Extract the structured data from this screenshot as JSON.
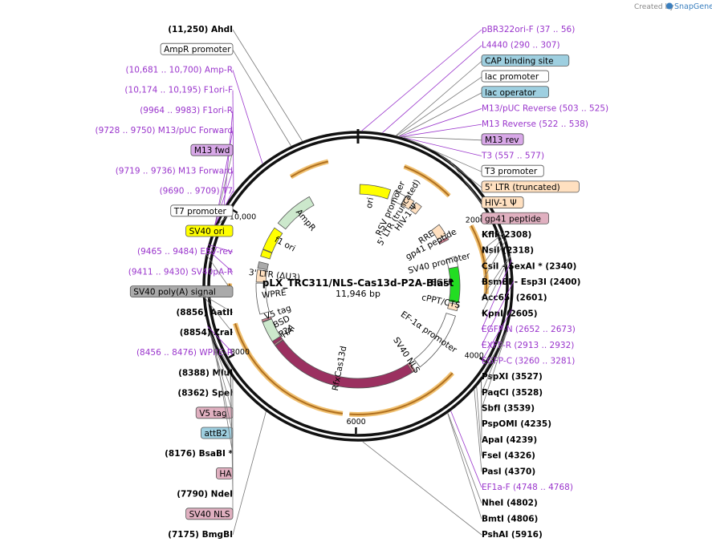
{
  "header": {
    "created_by": "Created by",
    "brand": "SnapGene"
  },
  "plasmid": {
    "name": "pLX_TRC311/NLS-Cas13d-P2A-Blast",
    "size": "11,946 bp",
    "length": 11946
  },
  "ticks": [
    {
      "pos": 2000,
      "label": "2000"
    },
    {
      "pos": 4000,
      "label": "4000"
    },
    {
      "pos": 6000,
      "label": "6000"
    },
    {
      "pos": 8000,
      "label": "8000"
    },
    {
      "pos": 10000,
      "label": "10,000"
    }
  ],
  "features": [
    {
      "name": "ori",
      "start": 35,
      "end": 620,
      "ring": 0,
      "color": "#ffff00",
      "dir": 1,
      "label": "ori"
    },
    {
      "name": "RSV promoter",
      "start": 700,
      "end": 920,
      "ring": 0,
      "color": "#ffffff",
      "dir": 1,
      "label": "RSV promoter"
    },
    {
      "name": "5' LTR (truncated)",
      "start": 930,
      "end": 1110,
      "ring": 0,
      "color": "#ffe0c0",
      "dir": 1,
      "label": "5' LTR (truncated)"
    },
    {
      "name": "HIV-1 psi",
      "start": 1150,
      "end": 1280,
      "ring": 0,
      "color": "#ffe0c0",
      "dir": 1,
      "label": "HIV-1 Ψ"
    },
    {
      "name": "RRE",
      "start": 1750,
      "end": 1980,
      "ring": 0,
      "color": "#ffe0c0",
      "dir": 1,
      "label": "RRE"
    },
    {
      "name": "gp41 peptide",
      "start": 2030,
      "end": 2080,
      "ring": 0,
      "color": "#d08090",
      "dir": 1,
      "label": "gp41 peptide"
    },
    {
      "name": "SV40 promoter",
      "start": 2420,
      "end": 2620,
      "ring": 0,
      "color": "#ffffff",
      "dir": 1,
      "label": "SV40 promoter"
    },
    {
      "name": "EGFP",
      "start": 2620,
      "end": 3300,
      "ring": 0,
      "color": "#22dd22",
      "dir": 1,
      "label": "EGFP"
    },
    {
      "name": "cPPT/CTS",
      "start": 3330,
      "end": 3450,
      "ring": 0,
      "color": "#ffe0c0",
      "dir": 1,
      "label": "cPPT/CTS"
    },
    {
      "name": "EF-1a promoter",
      "start": 3550,
      "end": 4730,
      "ring": 0,
      "color": "#ffffff",
      "dir": 1,
      "label": "EF-1α promoter"
    },
    {
      "name": "SV40 NLS",
      "start": 4840,
      "end": 4900,
      "ring": 0,
      "color": "#d08090",
      "dir": 1,
      "label": "SV40 NLS"
    },
    {
      "name": "RfxCas13d",
      "start": 4900,
      "end": 7770,
      "ring": 0,
      "color": "#9b3060",
      "dir": 1,
      "label": "RfxCas13d"
    },
    {
      "name": "HA",
      "start": 7780,
      "end": 7810,
      "ring": 0,
      "color": "#d08090",
      "dir": 1,
      "label": "HA"
    },
    {
      "name": "P2A",
      "start": 7810,
      "end": 7870,
      "ring": 0,
      "color": "#9b3060",
      "dir": 1,
      "label": "P2A"
    },
    {
      "name": "BSD",
      "start": 7870,
      "end": 8270,
      "ring": 0,
      "color": "#cce8cc",
      "dir": 1,
      "label": "BSD"
    },
    {
      "name": "V5 tag",
      "start": 8280,
      "end": 8320,
      "ring": 0,
      "color": "#d08090",
      "dir": 1,
      "label": "V5 tag"
    },
    {
      "name": "WPRE",
      "start": 8430,
      "end": 9020,
      "ring": 0,
      "color": "#ffffff",
      "dir": 1,
      "label": "WPRE"
    },
    {
      "name": "3' LTR (dU3)",
      "start": 9040,
      "end": 9270,
      "ring": 0,
      "color": "#ffe0c0",
      "dir": 1,
      "label": "3' LTR (ΔU3)"
    },
    {
      "name": "SV40 poly(A) signal",
      "start": 9300,
      "end": 9420,
      "ring": 0,
      "color": "#aaaaaa",
      "dir": 1,
      "label": ""
    },
    {
      "name": "SV40 ori",
      "start": 9530,
      "end": 9660,
      "ring": 0,
      "color": "#ffff00",
      "dir": 1,
      "label": ""
    },
    {
      "name": "f1 ori",
      "start": 9670,
      "end": 10120,
      "ring": 0,
      "color": "#ffff00",
      "dir": -1,
      "label": "f1 ori"
    },
    {
      "name": "AmpR",
      "start": 10230,
      "end": 11000,
      "ring": 0,
      "color": "#cce8cc",
      "dir": -1,
      "label": "AmpR"
    }
  ],
  "orfs": [
    {
      "start": 700,
      "end": 1500,
      "dir": 1,
      "ring": 2,
      "color": "#f0a830"
    },
    {
      "start": 2050,
      "end": 3100,
      "dir": 1,
      "ring": 2,
      "color": "#f0a830"
    },
    {
      "start": 4400,
      "end": 6100,
      "dir": -1,
      "ring": 2,
      "color": "#f0a830"
    },
    {
      "start": 6200,
      "end": 8400,
      "dir": -1,
      "ring": 2,
      "color": "#f0a830"
    },
    {
      "start": 8800,
      "end": 9000,
      "dir": 1,
      "ring": 2,
      "color": "#f0a830"
    },
    {
      "start": 10900,
      "end": 11500,
      "dir": 1,
      "ring": 2,
      "color": "#f0a830"
    }
  ],
  "primers": [
    {
      "name": "pBR322ori-F",
      "pos": 47
    },
    {
      "name": "L4440",
      "pos": 300
    },
    {
      "name": "M13/pUC Reverse",
      "pos": 514
    },
    {
      "name": "M13 Reverse",
      "pos": 530
    },
    {
      "name": "T3",
      "pos": 567
    },
    {
      "name": "EGFP-N",
      "pos": 2662
    },
    {
      "name": "EXFP-R",
      "pos": 2922
    },
    {
      "name": "EGFP-C",
      "pos": 3270
    },
    {
      "name": "EF1a-F",
      "pos": 4758
    },
    {
      "name": "WPRE-R",
      "pos": 8466
    },
    {
      "name": "SV40pA-R",
      "pos": 9420
    },
    {
      "name": "EBV-rev",
      "pos": 9474
    },
    {
      "name": "T7",
      "pos": 9700
    },
    {
      "name": "M13 Forward",
      "pos": 9728
    },
    {
      "name": "M13/pUC Forward",
      "pos": 9739
    },
    {
      "name": "F1ori-R",
      "pos": 9974
    },
    {
      "name": "F1ori-F",
      "pos": 10185
    },
    {
      "name": "Amp-R",
      "pos": 10690
    }
  ],
  "labels": [
    {
      "text": "(11,250)",
      "bold": "AhdI",
      "kind": "site",
      "pos": 11250,
      "anchor": "start"
    },
    {
      "text": "pBR322ori-F",
      "coords": "(37 .. 56)",
      "kind": "primer",
      "pos": 47
    },
    {
      "text": "L4440",
      "coords": "(290 .. 307)",
      "kind": "primer",
      "pos": 300
    },
    {
      "text": "CAP binding site",
      "kind": "boxed",
      "bg": "#9ecfe0",
      "pos": 470
    },
    {
      "text": "lac promoter",
      "kind": "boxed",
      "bg": "#ffffff",
      "pos": 480
    },
    {
      "text": "M13/pUC Reverse",
      "coords": "(503 .. 525)",
      "kind": "primer",
      "pos": 514
    },
    {
      "text": "lac operator",
      "kind": "boxed",
      "bg": "#9ecfe0",
      "pos": 505
    },
    {
      "text": "M13 Reverse",
      "coords": "(522 .. 538)",
      "kind": "primer",
      "pos": 530
    },
    {
      "text": "M13 rev",
      "kind": "boxed",
      "bg": "#d8a8e8",
      "pos": 530
    },
    {
      "text": "T3",
      "coords": "(557 .. 577)",
      "kind": "primer",
      "pos": 567
    },
    {
      "text": "T3 promoter",
      "kind": "boxed",
      "bg": "#ffffff",
      "pos": 580
    },
    {
      "text": "5' LTR (truncated)",
      "kind": "boxed",
      "bg": "#ffe0c0",
      "pos": 1000
    },
    {
      "text": "HIV-1 Ψ",
      "kind": "boxed",
      "bg": "#ffe0c0",
      "pos": 1200
    },
    {
      "text": "gp41 peptide",
      "kind": "boxed",
      "bg": "#e0b0c0",
      "pos": 2050
    },
    {
      "text": "KflI",
      "coords": "(2308)",
      "kind": "site",
      "pos": 2308
    },
    {
      "text": "NsiI",
      "coords": "(2318)",
      "kind": "site",
      "pos": 2318
    },
    {
      "text": "CsiI - SexAI *",
      "coords": "(2340)",
      "kind": "site",
      "pos": 2340
    },
    {
      "text": "BsmBI - Esp3I",
      "coords": "(2400)",
      "kind": "site",
      "pos": 2400
    },
    {
      "text": "Acc65I",
      "coords": "(2601)",
      "kind": "site",
      "pos": 2601
    },
    {
      "text": "KpnI",
      "coords": "(2605)",
      "kind": "site",
      "pos": 2605
    },
    {
      "text": "EGFP-N",
      "coords": "(2652 .. 2673)",
      "kind": "primer",
      "pos": 2662
    },
    {
      "text": "EXFP-R",
      "coords": "(2913 .. 2932)",
      "kind": "primer",
      "pos": 2922
    },
    {
      "text": "EGFP-C",
      "coords": "(3260 .. 3281)",
      "kind": "primer",
      "pos": 3270
    },
    {
      "text": "PspXI",
      "coords": "(3527)",
      "kind": "site",
      "pos": 3527
    },
    {
      "text": "PaqCI",
      "coords": "(3528)",
      "kind": "site",
      "pos": 3528
    },
    {
      "text": "SbfI",
      "coords": "(3539)",
      "kind": "site",
      "pos": 3539
    },
    {
      "text": "PspOMI",
      "coords": "(4235)",
      "kind": "site",
      "pos": 4235
    },
    {
      "text": "ApaI",
      "coords": "(4239)",
      "kind": "site",
      "pos": 4239
    },
    {
      "text": "FseI",
      "coords": "(4326)",
      "kind": "site",
      "pos": 4326
    },
    {
      "text": "PasI",
      "coords": "(4370)",
      "kind": "site",
      "pos": 4370
    },
    {
      "text": "EF1a-F",
      "coords": "(4748 .. 4768)",
      "kind": "primer",
      "pos": 4758
    },
    {
      "text": "NheI",
      "coords": "(4802)",
      "kind": "site",
      "pos": 4802
    },
    {
      "text": "BmtI",
      "coords": "(4806)",
      "kind": "site",
      "pos": 4806
    },
    {
      "text": "PshAI",
      "coords": "(5916)",
      "kind": "site",
      "pos": 5916
    },
    {
      "text": "BmgBI",
      "coords": "(7175)",
      "kind": "site",
      "pos": 7175
    },
    {
      "text": "SV40 NLS",
      "kind": "boxed",
      "bg": "#e0b0c0",
      "pos": 7750
    },
    {
      "text": "NdeI",
      "coords": "(7790)",
      "kind": "site",
      "pos": 7790
    },
    {
      "text": "HA",
      "kind": "boxed",
      "bg": "#e0b0c0",
      "pos": 7800
    },
    {
      "text": "BsaBI *",
      "coords": "(8176)",
      "kind": "site",
      "pos": 8176
    },
    {
      "text": "attB2",
      "kind": "boxed",
      "bg": "#9ecfe0",
      "pos": 8290
    },
    {
      "text": "V5 tag",
      "kind": "boxed",
      "bg": "#e0b0c0",
      "pos": 8300
    },
    {
      "text": "SpeI",
      "coords": "(8362)",
      "kind": "site",
      "pos": 8362
    },
    {
      "text": "MluI",
      "coords": "(8388)",
      "kind": "site",
      "pos": 8388
    },
    {
      "text": "WPRE-R",
      "coords": "(8456 .. 8476)",
      "kind": "primer",
      "pos": 8466
    },
    {
      "text": "ZraI",
      "coords": "(8854)",
      "kind": "site",
      "pos": 8854
    },
    {
      "text": "AatII",
      "coords": "(8856)",
      "kind": "site",
      "pos": 8856
    },
    {
      "text": "SV40pA-R",
      "coords": "(9411 .. 9430)",
      "kind": "primer",
      "pos": 9420
    },
    {
      "text": "SV40 poly(A) signal",
      "kind": "boxed",
      "bg": "#aaaaaa",
      "pos": 9360
    },
    {
      "text": "EBV-rev",
      "coords": "(9465 .. 9484)",
      "kind": "primer",
      "pos": 9474
    },
    {
      "text": "SV40 ori",
      "kind": "boxed",
      "bg": "#ffff00",
      "pos": 9600
    },
    {
      "text": "T7 promoter",
      "kind": "boxed",
      "bg": "#ffffff",
      "pos": 9690
    },
    {
      "text": "T7",
      "coords": "(9690 .. 9709)",
      "kind": "primer",
      "pos": 9700
    },
    {
      "text": "M13 fwd",
      "kind": "boxed",
      "bg": "#d8a8e8",
      "pos": 9728
    },
    {
      "text": "M13 Forward",
      "coords": "(9719 .. 9736)",
      "kind": "primer",
      "pos": 9728
    },
    {
      "text": "M13/pUC Forward",
      "coords": "(9728 .. 9750)",
      "kind": "primer",
      "pos": 9739
    },
    {
      "text": "F1ori-R",
      "coords": "(9964 .. 9983)",
      "kind": "primer",
      "pos": 9974
    },
    {
      "text": "F1ori-F",
      "coords": "(10,174 .. 10,195)",
      "kind": "primer",
      "pos": 10185
    },
    {
      "text": "AmpR promoter",
      "kind": "boxed",
      "bg": "#ffffff",
      "pos": 11100
    },
    {
      "text": "Amp-R",
      "coords": "(10,681 .. 10,700)",
      "kind": "primer",
      "pos": 10690
    }
  ]
}
